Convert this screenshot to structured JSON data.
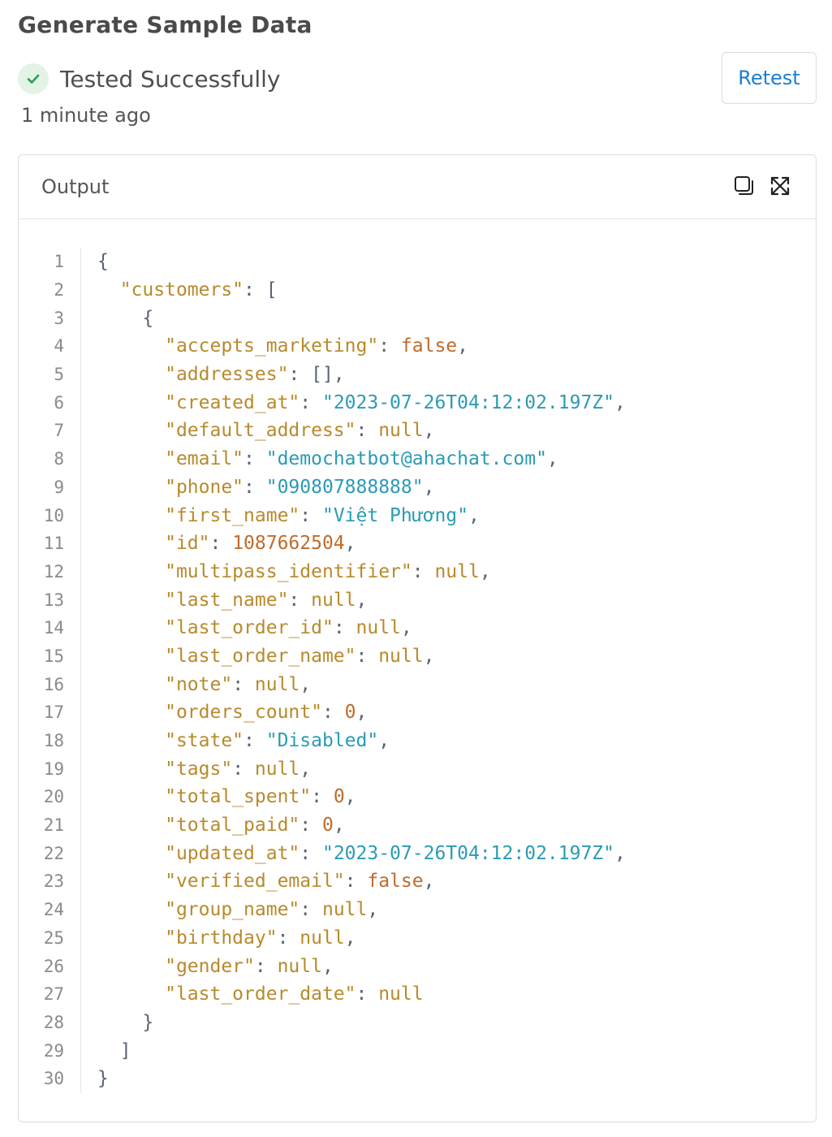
{
  "header": {
    "title": "Generate Sample Data",
    "status_text": "Tested Successfully",
    "timestamp": "1 minute ago",
    "retest_label": "Retest"
  },
  "output": {
    "title": "Output",
    "icons": [
      "copy-icon",
      "expand-icon"
    ],
    "lines": [
      [
        {
          "t": "p",
          "v": "{"
        }
      ],
      [
        {
          "t": "p",
          "v": "  "
        },
        {
          "t": "k",
          "v": "\"customers\""
        },
        {
          "t": "p",
          "v": ": ["
        }
      ],
      [
        {
          "t": "p",
          "v": "    {"
        }
      ],
      [
        {
          "t": "p",
          "v": "      "
        },
        {
          "t": "k",
          "v": "\"accepts_marketing\""
        },
        {
          "t": "p",
          "v": ": "
        },
        {
          "t": "l",
          "v": "false"
        },
        {
          "t": "p",
          "v": ","
        }
      ],
      [
        {
          "t": "p",
          "v": "      "
        },
        {
          "t": "k",
          "v": "\"addresses\""
        },
        {
          "t": "p",
          "v": ": [],"
        }
      ],
      [
        {
          "t": "p",
          "v": "      "
        },
        {
          "t": "k",
          "v": "\"created_at\""
        },
        {
          "t": "p",
          "v": ": "
        },
        {
          "t": "s",
          "v": "\"2023-07-26T04:12:02.197Z\""
        },
        {
          "t": "p",
          "v": ","
        }
      ],
      [
        {
          "t": "p",
          "v": "      "
        },
        {
          "t": "k",
          "v": "\"default_address\""
        },
        {
          "t": "p",
          "v": ": "
        },
        {
          "t": "k",
          "v": "null"
        },
        {
          "t": "p",
          "v": ","
        }
      ],
      [
        {
          "t": "p",
          "v": "      "
        },
        {
          "t": "k",
          "v": "\"email\""
        },
        {
          "t": "p",
          "v": ": "
        },
        {
          "t": "s",
          "v": "\"demochatbot@ahachat.com\""
        },
        {
          "t": "p",
          "v": ","
        }
      ],
      [
        {
          "t": "p",
          "v": "      "
        },
        {
          "t": "k",
          "v": "\"phone\""
        },
        {
          "t": "p",
          "v": ": "
        },
        {
          "t": "s",
          "v": "\"090807888888\""
        },
        {
          "t": "p",
          "v": ","
        }
      ],
      [
        {
          "t": "p",
          "v": "      "
        },
        {
          "t": "k",
          "v": "\"first_name\""
        },
        {
          "t": "p",
          "v": ": "
        },
        {
          "t": "s",
          "v": "\"Việt Phương\""
        },
        {
          "t": "p",
          "v": ","
        }
      ],
      [
        {
          "t": "p",
          "v": "      "
        },
        {
          "t": "k",
          "v": "\"id\""
        },
        {
          "t": "p",
          "v": ": "
        },
        {
          "t": "n",
          "v": "1087662504"
        },
        {
          "t": "p",
          "v": ","
        }
      ],
      [
        {
          "t": "p",
          "v": "      "
        },
        {
          "t": "k",
          "v": "\"multipass_identifier\""
        },
        {
          "t": "p",
          "v": ": "
        },
        {
          "t": "k",
          "v": "null"
        },
        {
          "t": "p",
          "v": ","
        }
      ],
      [
        {
          "t": "p",
          "v": "      "
        },
        {
          "t": "k",
          "v": "\"last_name\""
        },
        {
          "t": "p",
          "v": ": "
        },
        {
          "t": "k",
          "v": "null"
        },
        {
          "t": "p",
          "v": ","
        }
      ],
      [
        {
          "t": "p",
          "v": "      "
        },
        {
          "t": "k",
          "v": "\"last_order_id\""
        },
        {
          "t": "p",
          "v": ": "
        },
        {
          "t": "k",
          "v": "null"
        },
        {
          "t": "p",
          "v": ","
        }
      ],
      [
        {
          "t": "p",
          "v": "      "
        },
        {
          "t": "k",
          "v": "\"last_order_name\""
        },
        {
          "t": "p",
          "v": ": "
        },
        {
          "t": "k",
          "v": "null"
        },
        {
          "t": "p",
          "v": ","
        }
      ],
      [
        {
          "t": "p",
          "v": "      "
        },
        {
          "t": "k",
          "v": "\"note\""
        },
        {
          "t": "p",
          "v": ": "
        },
        {
          "t": "k",
          "v": "null"
        },
        {
          "t": "p",
          "v": ","
        }
      ],
      [
        {
          "t": "p",
          "v": "      "
        },
        {
          "t": "k",
          "v": "\"orders_count\""
        },
        {
          "t": "p",
          "v": ": "
        },
        {
          "t": "n",
          "v": "0"
        },
        {
          "t": "p",
          "v": ","
        }
      ],
      [
        {
          "t": "p",
          "v": "      "
        },
        {
          "t": "k",
          "v": "\"state\""
        },
        {
          "t": "p",
          "v": ": "
        },
        {
          "t": "s",
          "v": "\"Disabled\""
        },
        {
          "t": "p",
          "v": ","
        }
      ],
      [
        {
          "t": "p",
          "v": "      "
        },
        {
          "t": "k",
          "v": "\"tags\""
        },
        {
          "t": "p",
          "v": ": "
        },
        {
          "t": "k",
          "v": "null"
        },
        {
          "t": "p",
          "v": ","
        }
      ],
      [
        {
          "t": "p",
          "v": "      "
        },
        {
          "t": "k",
          "v": "\"total_spent\""
        },
        {
          "t": "p",
          "v": ": "
        },
        {
          "t": "n",
          "v": "0"
        },
        {
          "t": "p",
          "v": ","
        }
      ],
      [
        {
          "t": "p",
          "v": "      "
        },
        {
          "t": "k",
          "v": "\"total_paid\""
        },
        {
          "t": "p",
          "v": ": "
        },
        {
          "t": "n",
          "v": "0"
        },
        {
          "t": "p",
          "v": ","
        }
      ],
      [
        {
          "t": "p",
          "v": "      "
        },
        {
          "t": "k",
          "v": "\"updated_at\""
        },
        {
          "t": "p",
          "v": ": "
        },
        {
          "t": "s",
          "v": "\"2023-07-26T04:12:02.197Z\""
        },
        {
          "t": "p",
          "v": ","
        }
      ],
      [
        {
          "t": "p",
          "v": "      "
        },
        {
          "t": "k",
          "v": "\"verified_email\""
        },
        {
          "t": "p",
          "v": ": "
        },
        {
          "t": "l",
          "v": "false"
        },
        {
          "t": "p",
          "v": ","
        }
      ],
      [
        {
          "t": "p",
          "v": "      "
        },
        {
          "t": "k",
          "v": "\"group_name\""
        },
        {
          "t": "p",
          "v": ": "
        },
        {
          "t": "k",
          "v": "null"
        },
        {
          "t": "p",
          "v": ","
        }
      ],
      [
        {
          "t": "p",
          "v": "      "
        },
        {
          "t": "k",
          "v": "\"birthday\""
        },
        {
          "t": "p",
          "v": ": "
        },
        {
          "t": "k",
          "v": "null"
        },
        {
          "t": "p",
          "v": ","
        }
      ],
      [
        {
          "t": "p",
          "v": "      "
        },
        {
          "t": "k",
          "v": "\"gender\""
        },
        {
          "t": "p",
          "v": ": "
        },
        {
          "t": "k",
          "v": "null"
        },
        {
          "t": "p",
          "v": ","
        }
      ],
      [
        {
          "t": "p",
          "v": "      "
        },
        {
          "t": "k",
          "v": "\"last_order_date\""
        },
        {
          "t": "p",
          "v": ": "
        },
        {
          "t": "k",
          "v": "null"
        }
      ],
      [
        {
          "t": "p",
          "v": "    }"
        }
      ],
      [
        {
          "t": "p",
          "v": "  ]"
        }
      ],
      [
        {
          "t": "p",
          "v": "}"
        }
      ]
    ]
  },
  "colors": {
    "accent": "#1a7fd4",
    "success": "#2e9e4f",
    "key": "#b88a2c",
    "string": "#2a9bb5",
    "number": "#c06b2a"
  }
}
